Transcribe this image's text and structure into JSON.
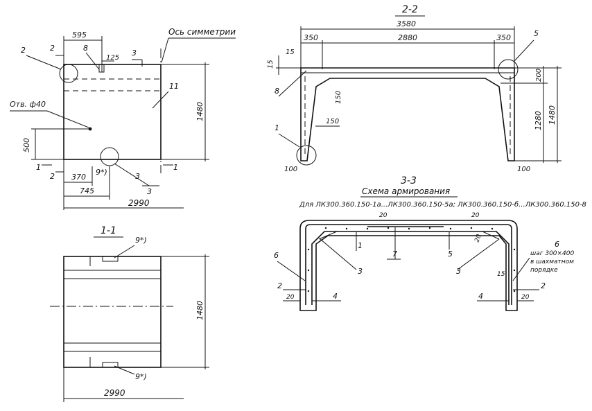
{
  "plan_view": {
    "dim_595": "595",
    "dim_125": "125",
    "dim_370": "370",
    "dim_745": "745",
    "dim_2990": "2990",
    "dim_500": "500",
    "dim_1480": "1480",
    "hole_label": "Отв. ф40",
    "axis_label": "Ось симметрии",
    "callout_2": "2",
    "callout_8": "8",
    "callout_11": "11",
    "callout_3": "3",
    "callout_9": "9*)",
    "cut_2": "2",
    "cut_3": "3",
    "cut_1": "1"
  },
  "section_1_1": {
    "title": "1-1",
    "callout_9": "9*)",
    "dim_1480": "1480",
    "dim_2990": "2990"
  },
  "section_2_2": {
    "title": "2-2",
    "dim_3580": "3580",
    "dim_350": "350",
    "dim_2880": "2880",
    "dim_15": "15",
    "dim_200": "200",
    "dim_1280": "1280",
    "dim_1480": "1480",
    "dim_150": "150",
    "dim_100": "100",
    "callout_5": "5",
    "callout_8": "8",
    "callout_1": "1"
  },
  "section_3_3": {
    "title": "3-3",
    "subtitle": "Схема армирования",
    "note": "Для ЛК300.360.150-1а...ЛК300.360.150-5а; ЛК300.360.150-б...ЛК300.360.150-8",
    "dim_20": "20",
    "dim_15": "15",
    "step_note_1": "шаг 300×400",
    "step_note_2": "в шахматном",
    "step_note_3": "порядке",
    "callout_1": "1",
    "callout_2": "2",
    "callout_3": "3",
    "callout_4": "4",
    "callout_5": "5",
    "callout_6": "6",
    "callout_7": "7"
  }
}
